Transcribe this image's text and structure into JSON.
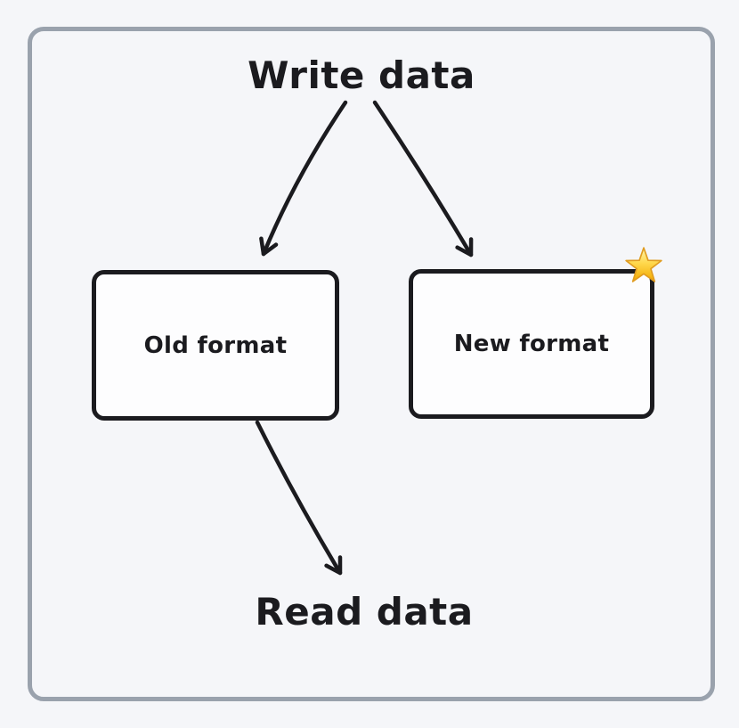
{
  "colors": {
    "page_background": "#f5f6f9",
    "frame_border": "#9aa2ad",
    "ink": "#1b1b1f",
    "box_fill": "#fdfdfe",
    "star_fill_light": "#ffe98a",
    "star_fill_dark": "#f7b816",
    "star_outline": "#e09c20"
  },
  "labels": {
    "write": "Write data",
    "read": "Read data",
    "old_box": "Old format",
    "new_box": "New format"
  },
  "icons": {
    "new_box_badge": "star-icon"
  },
  "arrows": [
    {
      "from": "write-data-label",
      "to": "old-format-box"
    },
    {
      "from": "write-data-label",
      "to": "new-format-box"
    },
    {
      "from": "old-format-box",
      "to": "read-data-label"
    }
  ]
}
